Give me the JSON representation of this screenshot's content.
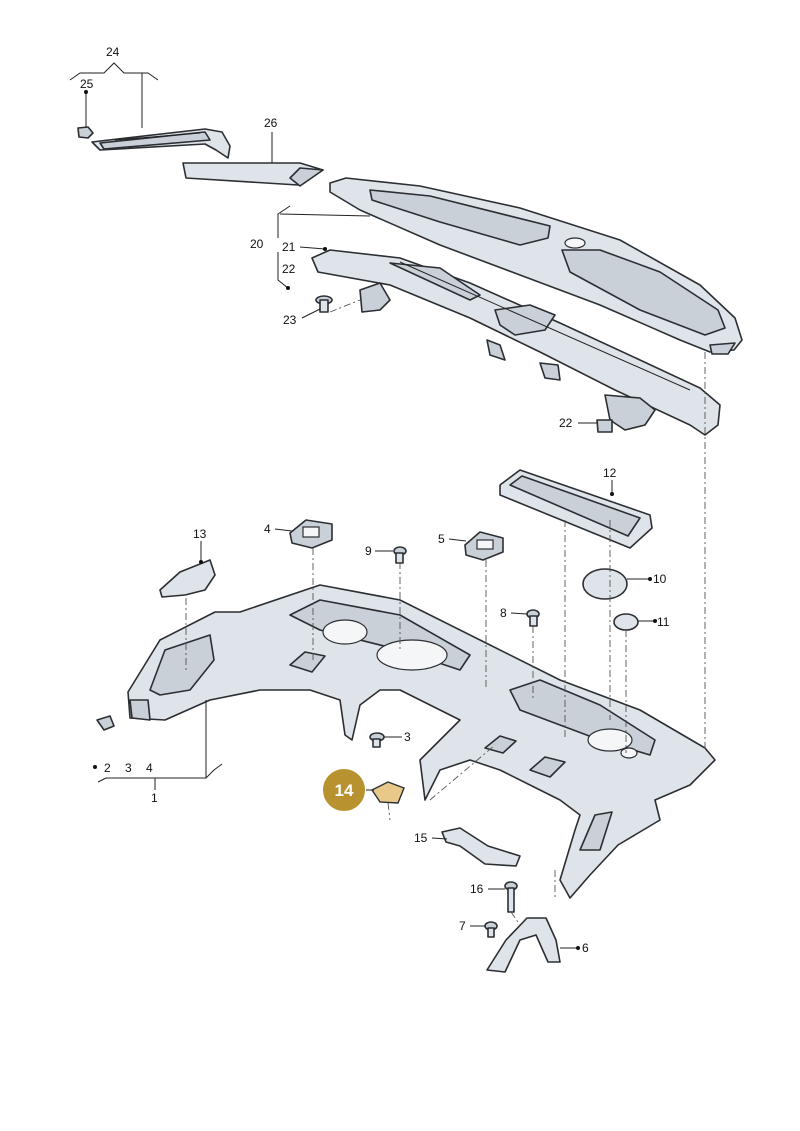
{
  "callouts": {
    "c1": "1",
    "c2": "2",
    "c3": "3",
    "c4": "4",
    "c3b": "3",
    "c5": "5",
    "c6": "6",
    "c7": "7",
    "c8": "8",
    "c9": "9",
    "c10": "10",
    "c11": "11",
    "c12": "12",
    "c13": "13",
    "c4b": "4",
    "c14": "14",
    "c15": "15",
    "c16": "16",
    "c20": "20",
    "c21": "21",
    "c22": "22",
    "c22b": "22",
    "c23": "23",
    "c24": "24",
    "c25": "25",
    "c26": "26"
  },
  "highlight": {
    "label": "14",
    "color": "#b8922e"
  },
  "colors": {
    "part_fill": "#dfe4ea",
    "outline": "#2b2f33"
  }
}
